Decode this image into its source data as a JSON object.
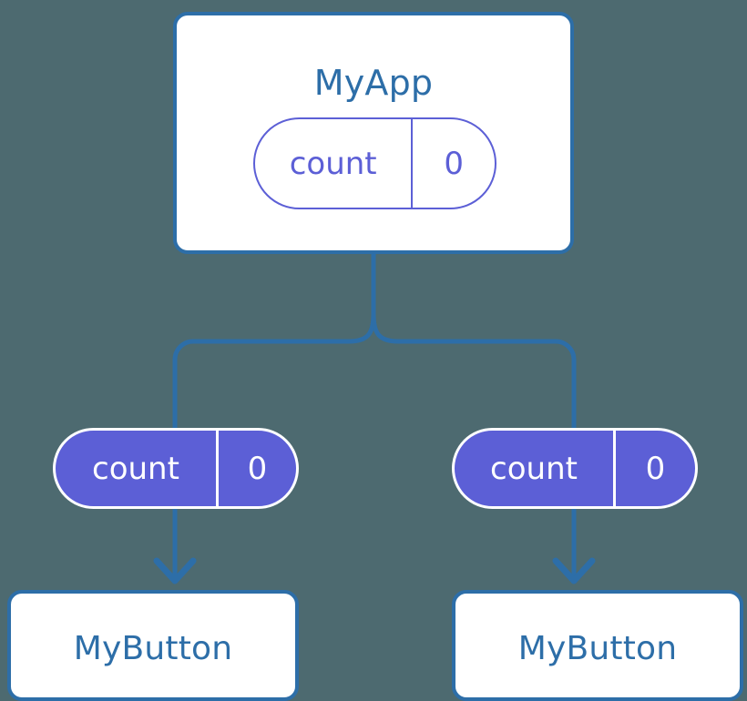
{
  "diagram": {
    "title": "MyApp component tree with count state passed as props to MyButton children",
    "background_color": "#4d6a70",
    "accent_blue": "#2d6ea8",
    "accent_purple": "#5c5fd6",
    "white": "#ffffff"
  },
  "root": {
    "name": "MyApp",
    "state": {
      "key": "count",
      "value": "0"
    }
  },
  "children": [
    {
      "prop": {
        "key": "count",
        "value": "0"
      },
      "name": "MyButton"
    },
    {
      "prop": {
        "key": "count",
        "value": "0"
      },
      "name": "MyButton"
    }
  ],
  "connectors": {
    "trunk_label": "state-flow-trunk",
    "branch_left_label": "branch-to-left-child",
    "branch_right_label": "branch-to-right-child",
    "arrow_left_label": "arrow-prop-to-left-button",
    "arrow_right_label": "arrow-prop-to-right-button"
  }
}
